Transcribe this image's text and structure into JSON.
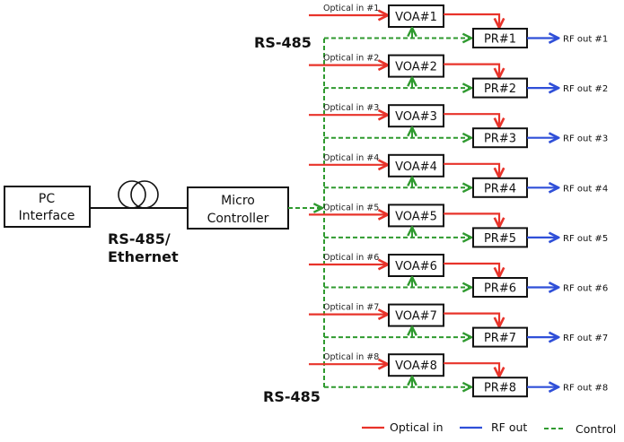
{
  "title": "Optical receiver control system block diagram",
  "left": {
    "pc_box": [
      "PC",
      "Interface"
    ],
    "link_label": [
      "RS-485/",
      "Ethernet"
    ],
    "link_icon": "fiber-coil-icon",
    "mc_box": [
      "Micro",
      "Controller"
    ]
  },
  "bus_labels": {
    "top": "RS-485",
    "bottom": "RS-485"
  },
  "channels": [
    {
      "optical_in": "Optical in #1",
      "voa": "VOA#1",
      "pr": "PR#1",
      "rf_out": "RF out #1"
    },
    {
      "optical_in": "Optical in #2",
      "voa": "VOA#2",
      "pr": "PR#2",
      "rf_out": "RF out #2"
    },
    {
      "optical_in": "Optical in #3",
      "voa": "VOA#3",
      "pr": "PR#3",
      "rf_out": "RF out #3"
    },
    {
      "optical_in": "Optical in #4",
      "voa": "VOA#4",
      "pr": "PR#4",
      "rf_out": "RF out #4"
    },
    {
      "optical_in": "Optical in #5",
      "voa": "VOA#5",
      "pr": "PR#5",
      "rf_out": "RF out #5"
    },
    {
      "optical_in": "Optical in #6",
      "voa": "VOA#6",
      "pr": "PR#6",
      "rf_out": "RF out #6"
    },
    {
      "optical_in": "Optical in #7",
      "voa": "VOA#7",
      "pr": "PR#7",
      "rf_out": "RF out #7"
    },
    {
      "optical_in": "Optical in #8",
      "voa": "VOA#8",
      "pr": "PR#8",
      "rf_out": "RF out #8"
    }
  ],
  "legend": [
    {
      "label": "Optical in",
      "color": "#e8332a",
      "style": "solid"
    },
    {
      "label": "RF out",
      "color": "#2f4fd8",
      "style": "solid"
    },
    {
      "label": "Control",
      "color": "#2f9a2f",
      "style": "dashed"
    }
  ],
  "colors": {
    "optical": "#e8332a",
    "rf": "#2f4fd8",
    "control": "#2f9a2f"
  }
}
